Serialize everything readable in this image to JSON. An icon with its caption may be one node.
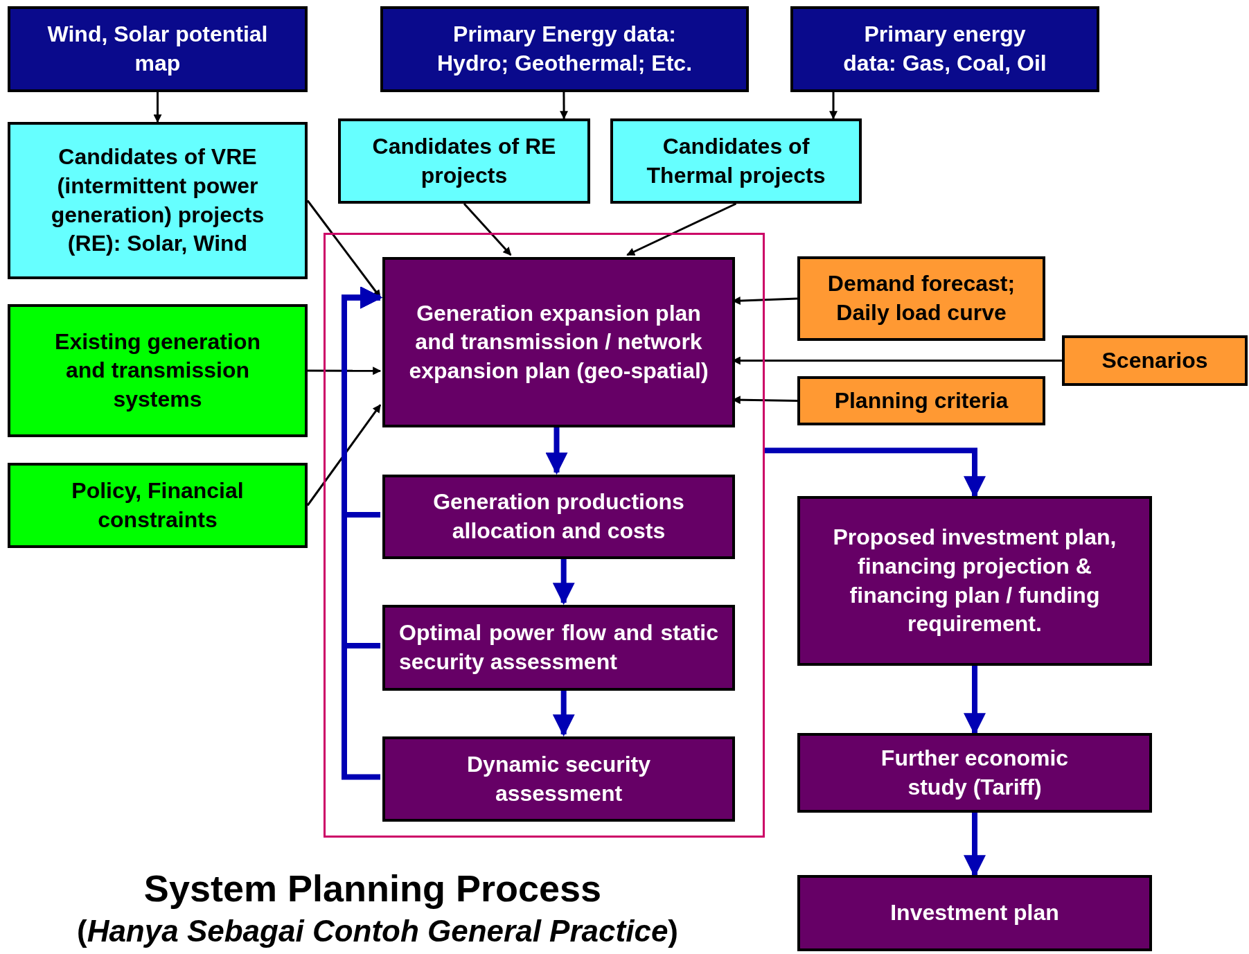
{
  "diagram": {
    "title": "System Planning Process",
    "caption": "(*Hanya Sebagai Contoh General Practice*)",
    "nodes": [
      {
        "text": [
          "Wind, Solar potential map"
        ]
      },
      {
        "text": [
          "Primary Energy data: Hydro; Geothermal; Etc."
        ]
      },
      {
        "text": [
          "Primary energy data: Gas, Coal, Oil"
        ]
      },
      {
        "text": [
          "Candidates of VRE (intermittent power generation) projects (RE): Solar, Wind"
        ]
      },
      {
        "text": [
          "Candidates of RE projects"
        ]
      },
      {
        "text": [
          "Candidates of Thermal projects"
        ]
      },
      {
        "text": [],
        "shape": "box"
      },
      {
        "text": [
          "Generation expansion plan and transmission / network expansion plan (geo-spatial)"
        ],
        "in": 6
      },
      {
        "text": [
          "Demand forecast; Daily load curve"
        ]
      },
      {
        "text": [
          "Scenarios"
        ]
      },
      {
        "text": [
          "Planning criteria"
        ]
      },
      {
        "text": [
          "Existing generation and transmission systems"
        ]
      },
      {
        "text": [
          "Policy, Financial constraints"
        ]
      },
      {
        "text": [
          "Generation productions allocation and costs"
        ],
        "in": 6
      },
      {
        "text": [
          "Optimal power flow and static security assessment"
        ],
        "in": 6
      },
      {
        "text": [
          "Dynamic security assessment"
        ],
        "in": 6
      },
      {
        "text": [
          "Proposed investment plan, financing projection & financing plan / funding requirement."
        ]
      },
      {
        "text": [
          "Further economic study (Tariff)"
        ]
      },
      {
        "text": [
          "Investment plan"
        ]
      }
    ],
    "edges": [
      {
        "from": 0,
        "to": 3,
        "arrow": "to"
      },
      {
        "from": 1,
        "to": 4,
        "arrow": "to"
      },
      {
        "from": 2,
        "to": 5,
        "arrow": "to"
      },
      {
        "from": 3,
        "to": 7,
        "arrow": "to"
      },
      {
        "from": 4,
        "to": 7,
        "arrow": "to"
      },
      {
        "from": 5,
        "to": 7,
        "arrow": "to"
      },
      {
        "from": 8,
        "to": 7,
        "arrow": "to"
      },
      {
        "from": 9,
        "to": 7,
        "arrow": "to"
      },
      {
        "from": 10,
        "to": 7,
        "arrow": "to"
      },
      {
        "from": 11,
        "to": 7,
        "arrow": "to"
      },
      {
        "from": 12,
        "to": 7,
        "arrow": "to"
      },
      {
        "from": 7,
        "to": 13,
        "arrow": "to",
        "style": "thick",
        "color": "#0000b4"
      },
      {
        "from": 13,
        "to": 14,
        "arrow": "to",
        "style": "thick",
        "color": "#0000b4"
      },
      {
        "from": 14,
        "to": 15,
        "arrow": "to",
        "style": "thick",
        "color": "#0000b4"
      },
      {
        "from": 13,
        "to": 7,
        "arrow": "to",
        "style": "thick",
        "color": "#0000b4"
      },
      {
        "from": 14,
        "to": 7,
        "arrow": "to",
        "style": "thick",
        "color": "#0000b4"
      },
      {
        "from": 15,
        "to": 7,
        "arrow": "to",
        "style": "thick",
        "color": "#0000b4"
      },
      {
        "from": 6,
        "to": 16,
        "arrow": "to",
        "style": "thick",
        "color": "#0000b4"
      },
      {
        "from": 16,
        "to": 17,
        "arrow": "to",
        "style": "thick",
        "color": "#0000b4"
      },
      {
        "from": 17,
        "to": 18,
        "arrow": "to",
        "style": "thick",
        "color": "#0000b4"
      }
    ]
  }
}
